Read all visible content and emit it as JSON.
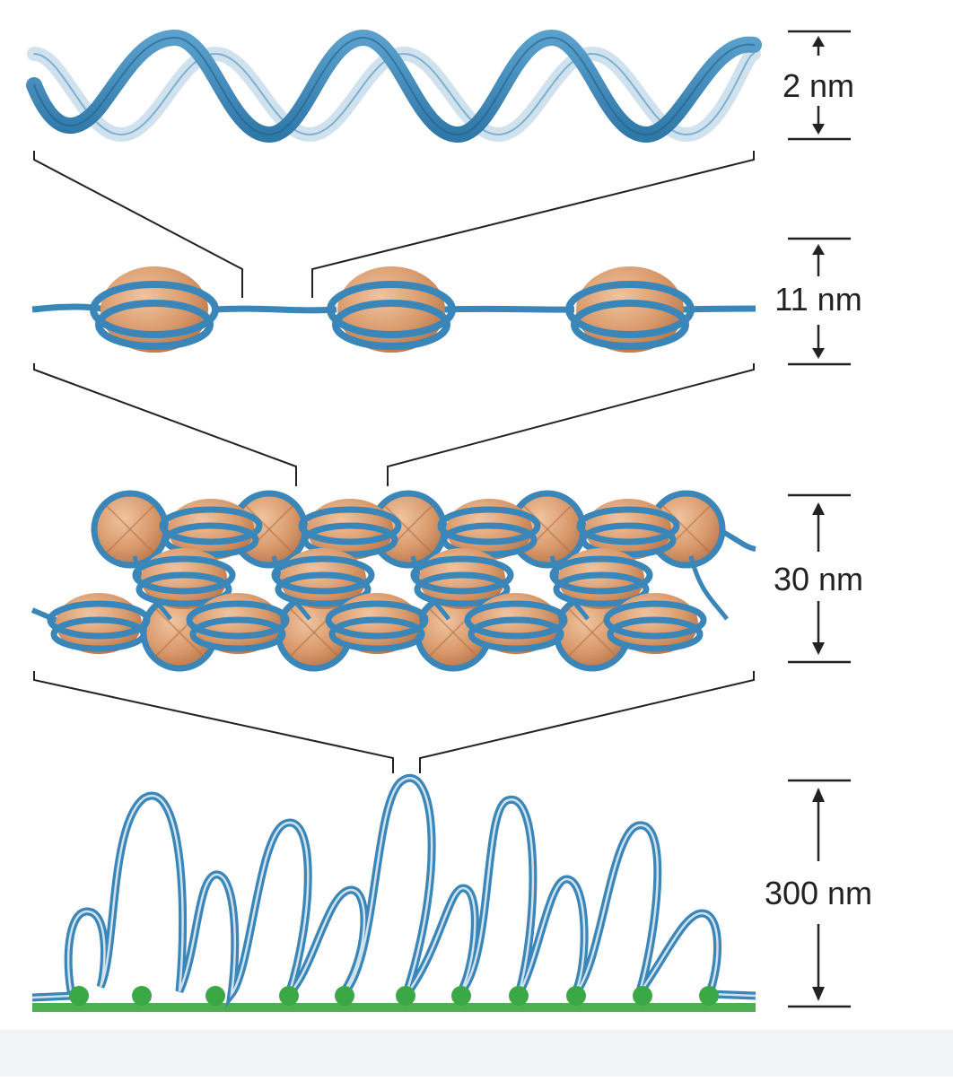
{
  "scales": [
    {
      "id": "dna",
      "label": "2 nm"
    },
    {
      "id": "nucleosome-fiber",
      "label": "11 nm"
    },
    {
      "id": "solenoid",
      "label": "30 nm"
    },
    {
      "id": "loop-domains",
      "label": "300 nm"
    }
  ],
  "colors": {
    "dna_blue": "#3a86b8",
    "dna_light": "#d8e8f2",
    "histone": "#d99a6c",
    "histone_dark": "#b06e42",
    "scaffold": "#4caf50",
    "bead": "#3aa845",
    "line": "#222222"
  }
}
